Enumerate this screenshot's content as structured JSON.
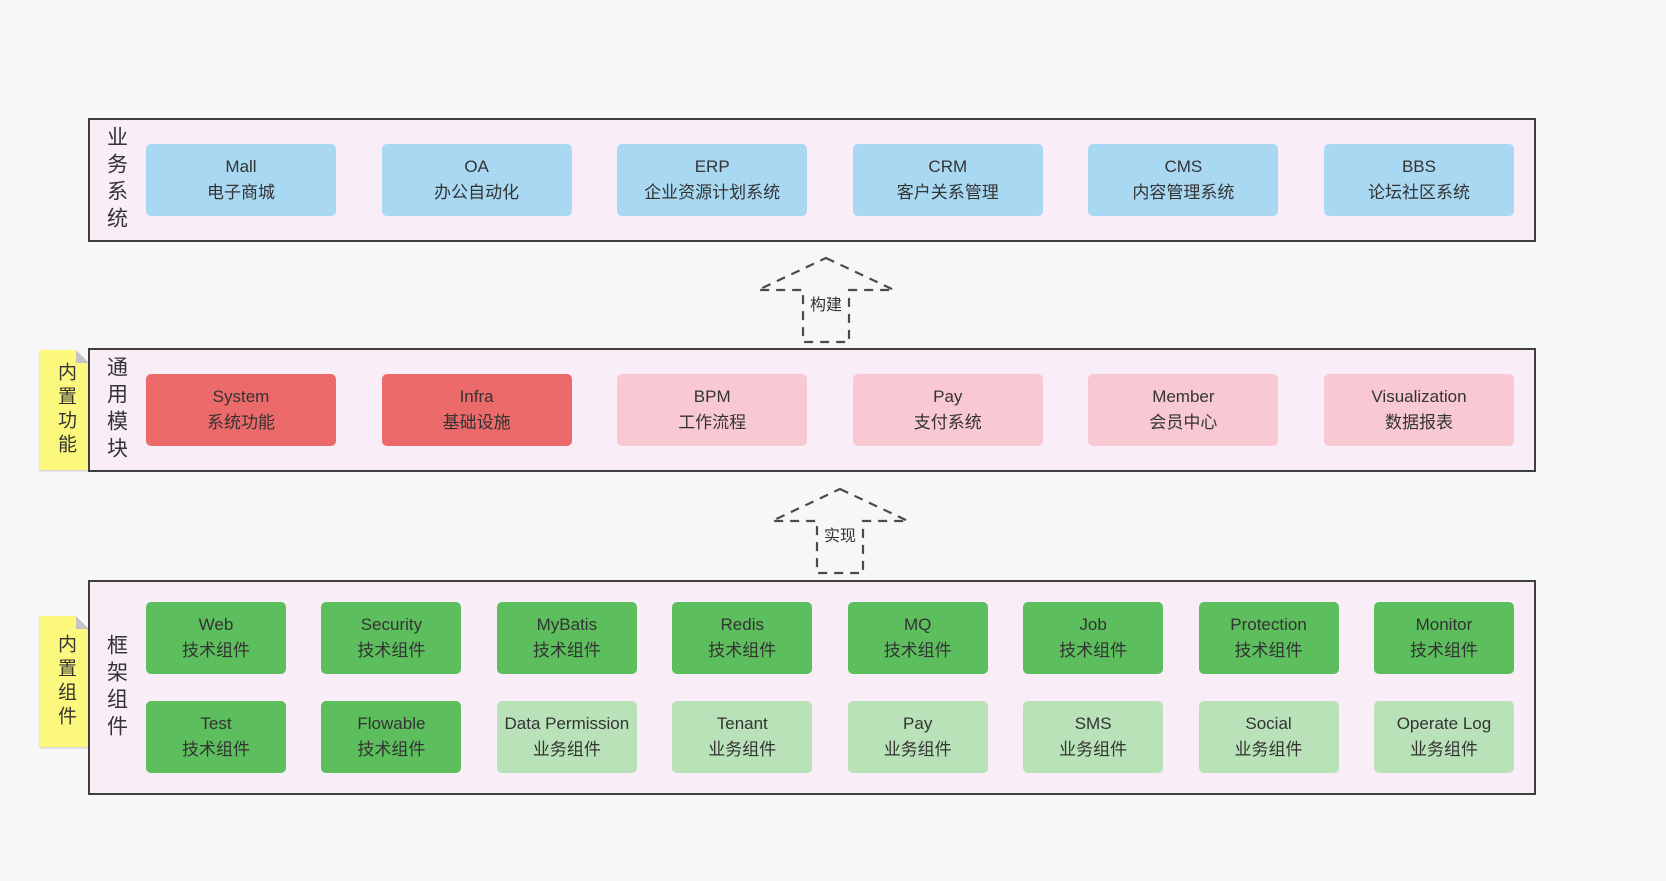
{
  "layers": {
    "business": {
      "side_label": "业务系统",
      "boxes": [
        {
          "title": "Mall",
          "subtitle": "电子商城"
        },
        {
          "title": "OA",
          "subtitle": "办公自动化"
        },
        {
          "title": "ERP",
          "subtitle": "企业资源计划系统"
        },
        {
          "title": "CRM",
          "subtitle": "客户关系管理"
        },
        {
          "title": "CMS",
          "subtitle": "内容管理系统"
        },
        {
          "title": "BBS",
          "subtitle": "论坛社区系统"
        }
      ]
    },
    "modules": {
      "side_label": "通用模块",
      "sticky": "内置功能",
      "boxes": [
        {
          "title": "System",
          "subtitle": "系统功能"
        },
        {
          "title": "Infra",
          "subtitle": "基础设施"
        },
        {
          "title": "BPM",
          "subtitle": "工作流程"
        },
        {
          "title": "Pay",
          "subtitle": "支付系统"
        },
        {
          "title": "Member",
          "subtitle": "会员中心"
        },
        {
          "title": "Visualization",
          "subtitle": "数据报表"
        }
      ]
    },
    "components": {
      "side_label": "框架组件",
      "sticky": "内置组件",
      "row1": [
        {
          "title": "Web",
          "subtitle": "技术组件"
        },
        {
          "title": "Security",
          "subtitle": "技术组件"
        },
        {
          "title": "MyBatis",
          "subtitle": "技术组件"
        },
        {
          "title": "Redis",
          "subtitle": "技术组件"
        },
        {
          "title": "MQ",
          "subtitle": "技术组件"
        },
        {
          "title": "Job",
          "subtitle": "技术组件"
        },
        {
          "title": "Protection",
          "subtitle": "技术组件"
        },
        {
          "title": "Monitor",
          "subtitle": "技术组件"
        }
      ],
      "row2": [
        {
          "title": "Test",
          "subtitle": "技术组件"
        },
        {
          "title": "Flowable",
          "subtitle": "技术组件"
        },
        {
          "title": "Data Permission",
          "subtitle": "业务组件"
        },
        {
          "title": "Tenant",
          "subtitle": "业务组件"
        },
        {
          "title": "Pay",
          "subtitle": "业务组件"
        },
        {
          "title": "SMS",
          "subtitle": "业务组件"
        },
        {
          "title": "Social",
          "subtitle": "业务组件"
        },
        {
          "title": "Operate Log",
          "subtitle": "业务组件"
        }
      ]
    }
  },
  "arrows": {
    "build": "构建",
    "implement": "实现"
  },
  "colors": {
    "page_bg": "#f7f7f7",
    "container_bg": "#f9eef8",
    "container_border": "#3f3f3f",
    "blue_box": "#a9d8f3",
    "red_box": "#ec6a6a",
    "pink_box": "#f9c9d3",
    "green_box": "#5dbe5d",
    "light_green_box": "#b9e2b9",
    "sticky_yellow": "#fbf87d"
  }
}
